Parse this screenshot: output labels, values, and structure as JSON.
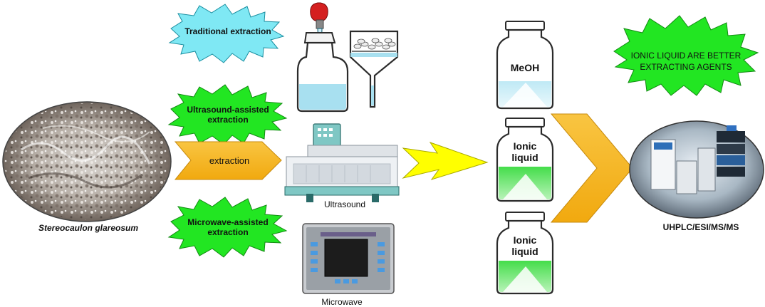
{
  "methods": {
    "traditional": "Traditional extraction",
    "ultrasound_line1": "Ultrasound-assisted",
    "ultrasound_line2": "extraction",
    "microwave_line1": "Microwave-assisted",
    "microwave_line2": "extraction"
  },
  "sample": {
    "name": "Stereocaulon glareosum"
  },
  "process": {
    "extraction_arrow": "extraction"
  },
  "equipment": {
    "ultrasound": "Ultrasound",
    "microwave": "Microwave",
    "analysis": "UHPLC/ESI/MS/MS"
  },
  "solvents": {
    "bottle1": "MeOH",
    "bottle2_line1": "Ionic",
    "bottle2_line2": "liquid",
    "bottle3_line1": "Ionic",
    "bottle3_line2": "liquid"
  },
  "conclusion": {
    "line1": "IONIC LIQUID ARE BETTER",
    "line2": "EXTRACTING AGENTS"
  },
  "colors": {
    "traditional_burst": "#7fe8f4",
    "assisted_burst": "#22e622",
    "conclusion_burst": "#22e622",
    "orange_arrow": "#f5b21c",
    "yellow_arrow": "#ffff00",
    "blue_solvent": "#a8e0f0",
    "green_solvent": "#55e05a"
  }
}
